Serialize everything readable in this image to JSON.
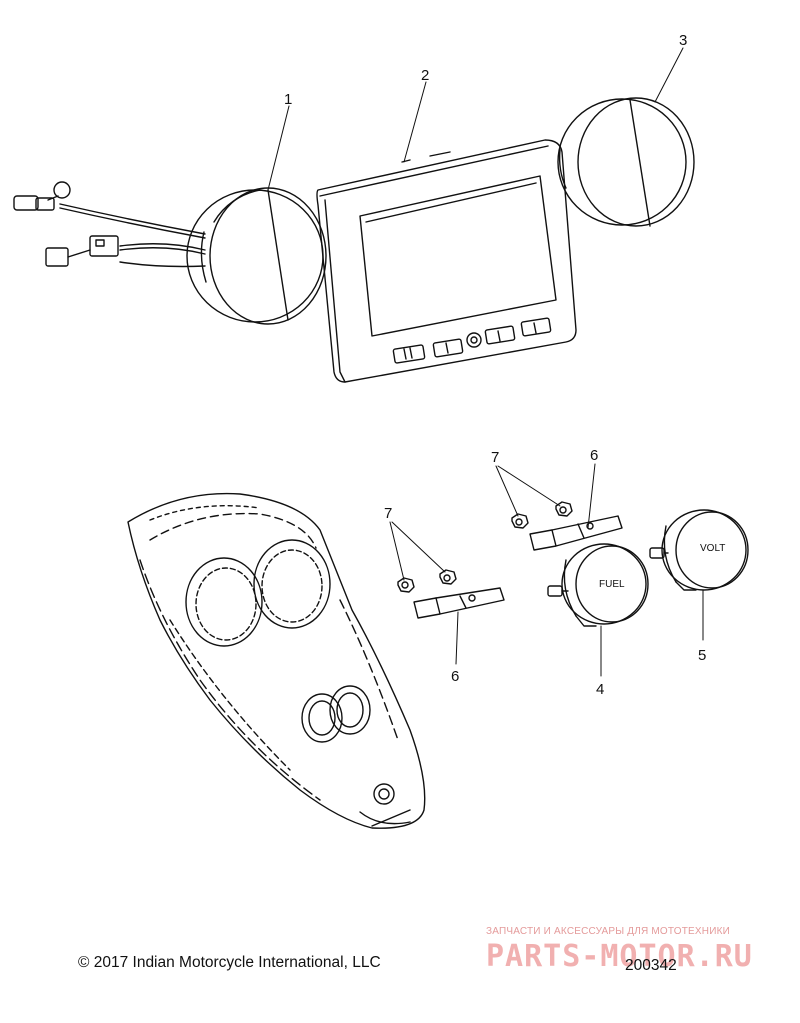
{
  "callouts": {
    "c1": "1",
    "c2": "2",
    "c3": "3",
    "c4": "4",
    "c5": "5",
    "c6a": "6",
    "c6b": "6",
    "c7a": "7",
    "c7b": "7"
  },
  "gauge_labels": {
    "fuel": "FUEL",
    "volt": "VOLT"
  },
  "footer": {
    "copyright": "© 2017 Indian Motorcycle International, LLC",
    "drawing_number": "200342"
  },
  "watermark": {
    "tagline": "ЗАПЧАСТИ И АКСЕССУАРЫ ДЛЯ МОТОТЕХНИКИ",
    "brand": "PARTS-MOTOR.RU"
  },
  "colors": {
    "line": "#111111",
    "watermark": "#e8a0a0"
  }
}
